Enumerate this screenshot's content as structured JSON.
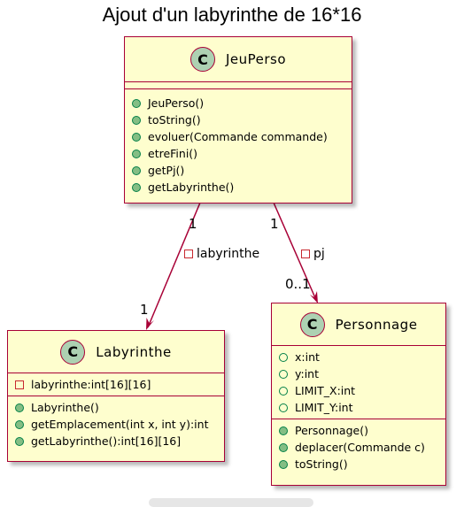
{
  "title": "Ajout d'un labyrinthe de 16*16",
  "colors": {
    "class_fill": "#FEFECE",
    "class_border": "#A80036",
    "class_badge": "#ADD1B2",
    "arrow": "#A80036",
    "public_method": "#84BE84",
    "private_field": "#C82930"
  },
  "classes": {
    "jeuperso": {
      "badge": "C",
      "name": "JeuPerso",
      "methods": [
        "JeuPerso()",
        "toString()",
        "evoluer(Commande commande)",
        "etreFini()",
        "getPj()",
        "getLabyrinthe()"
      ]
    },
    "labyrinthe": {
      "badge": "C",
      "name": "Labyrinthe",
      "fields": [
        "labyrinthe:int[16][16]"
      ],
      "methods": [
        "Labyrinthe()",
        "getEmplacement(int x, int y):int",
        "getLabyrinthe():int[16][16]"
      ]
    },
    "personnage": {
      "badge": "C",
      "name": "Personnage",
      "fields": [
        "x:int",
        "y:int",
        "LIMIT_X:int",
        "LIMIT_Y:int"
      ],
      "methods": [
        "Personnage()",
        "deplacer(Commande c)",
        "toString()"
      ]
    }
  },
  "associations": {
    "labyrinthe": {
      "role": "labyrinthe",
      "source_mult": "1",
      "target_mult": "1"
    },
    "pj": {
      "role": "pj",
      "source_mult": "1",
      "target_mult": "0..1"
    }
  }
}
